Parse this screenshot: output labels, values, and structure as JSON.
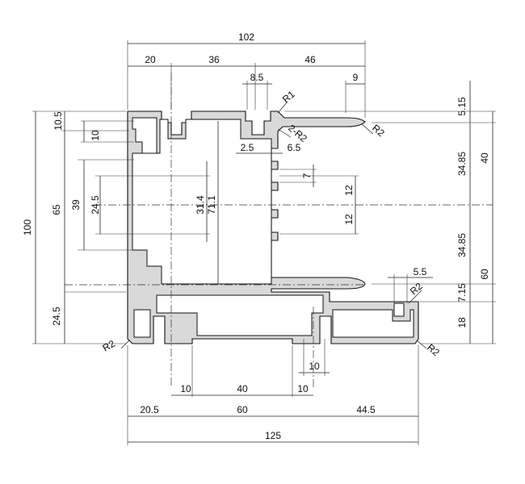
{
  "dimensions": {
    "top": {
      "overall": "102",
      "d20": "20",
      "d36": "36",
      "d46": "46",
      "d8_5": "8.5",
      "d9": "9"
    },
    "bottom": {
      "d10a": "10",
      "d40": "40",
      "d10b": "10",
      "d10c": "10",
      "d20_5": "20.5",
      "d60": "60",
      "d44_5": "44.5",
      "overall": "125"
    },
    "left": {
      "d10_5": "10.5",
      "d10": "10",
      "d100": "100",
      "d65": "65",
      "d39": "39",
      "d24_5_inner": "24.5",
      "d24_5": "24.5"
    },
    "center": {
      "d31_4": "31.4",
      "d71_1": "71.1",
      "d2_5": "2.5",
      "d6_5": "6.5",
      "d7": "7",
      "d12a": "12",
      "d12b": "12"
    },
    "right": {
      "d5_15": "5.15",
      "d40": "40",
      "d34_85a": "34.85",
      "d34_85b": "34.85",
      "d60": "60",
      "d5_5": "5.5",
      "d7_15": "7.15",
      "d18": "18"
    },
    "radii": {
      "r1": "R1",
      "r2_top": "R2",
      "r2_groove": "2-R2",
      "r2_right": "R2",
      "r2_bottom_left": "R2",
      "r2_bottom_right": "R2"
    }
  }
}
